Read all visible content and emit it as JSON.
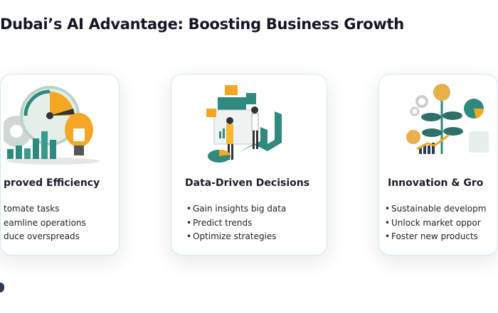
{
  "title": "Dubai’s AI Advantage: Boosting Business Growth",
  "cards": [
    {
      "heading": "proved Efficiency",
      "items": [
        "tomate tasks",
        "eamline operations",
        "duce overspreads"
      ],
      "icon": "speedometer-lightbulb-icon"
    },
    {
      "heading": "Data-Driven Decisions",
      "items": [
        "Gain insights big data",
        "Predict trends",
        "Optimize strategies"
      ],
      "icon": "data-analysts-icon"
    },
    {
      "heading": "Innovation & Gro",
      "items": [
        "Sustainable developm",
        "Unlock market oppor",
        "Foster new products"
      ],
      "icon": "money-plant-growth-icon"
    }
  ],
  "colors": {
    "teal": "#2e8a7e",
    "orange": "#f5a623",
    "border": "#cfe6fb"
  }
}
